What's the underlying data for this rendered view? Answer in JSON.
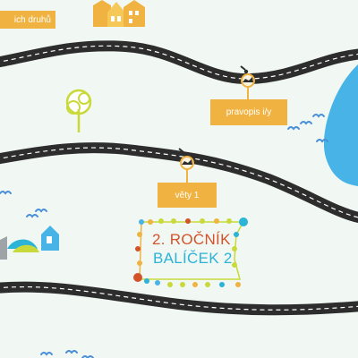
{
  "labels": {
    "word_types": "ich druhů",
    "spelling": "pravopis i/y",
    "sentences": "věty 1"
  },
  "package": {
    "line1": "2. ROČNÍK",
    "line2": "BALÍČEK 2"
  },
  "colors": {
    "background": "#f1f8f3",
    "road": "#2d2d2d",
    "road_dash": "#ffffff",
    "label_bg": "#f0b341",
    "lake": "#47b3e6",
    "package_orange": "#d4522a",
    "package_blue": "#2bb3d8",
    "bird": "#4a90d9"
  },
  "icons": {
    "house_cluster": "houses-icon",
    "tree": "tree-icon",
    "lake": "lake-icon",
    "village": "village-icon",
    "birds": "birds-icon",
    "map_pin": "pin-icon"
  }
}
